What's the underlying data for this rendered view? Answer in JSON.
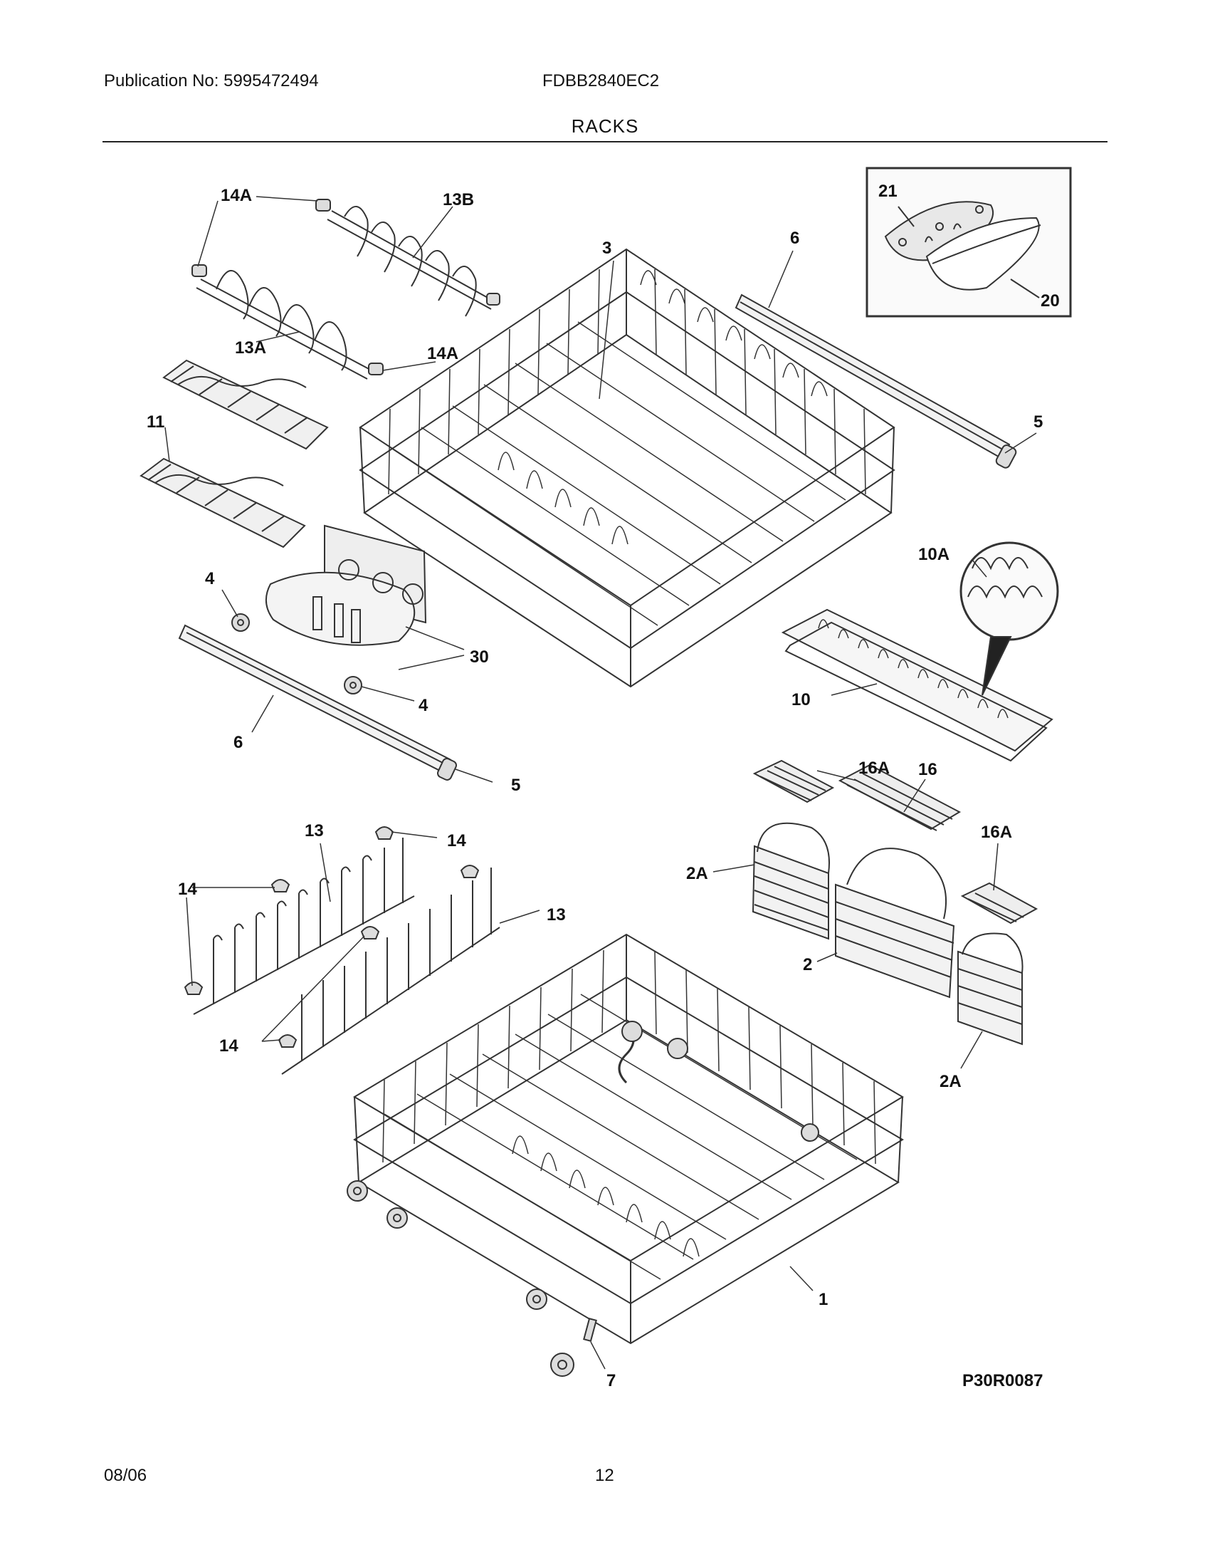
{
  "header": {
    "publication": "Publication No: 5995472494",
    "model": "FDBB2840EC2",
    "section_title": "RACKS"
  },
  "diagram_code": "P30R0087",
  "footer": {
    "date": "08/06",
    "page_number": "12"
  },
  "callouts": {
    "c14A_top": "14A",
    "c13B": "13B",
    "c3": "3",
    "c6_top": "6",
    "c21": "21",
    "c20": "20",
    "c13A": "13A",
    "c14A_mid": "14A",
    "c11": "11",
    "c5_top": "5",
    "c10A": "10A",
    "c4_upper": "4",
    "c30": "30",
    "c4_lower": "4",
    "c10": "10",
    "c6_bottom": "6",
    "c5_bottom": "5",
    "c16A_top": "16A",
    "c16": "16",
    "c16A_right": "16A",
    "c13_top": "13",
    "c14_top": "14",
    "c14_left": "14",
    "c13_right": "13",
    "c2A_left": "2A",
    "c2": "2",
    "c14_bottom": "14",
    "c2A_bottom": "2A",
    "c1": "1",
    "c7": "7"
  }
}
